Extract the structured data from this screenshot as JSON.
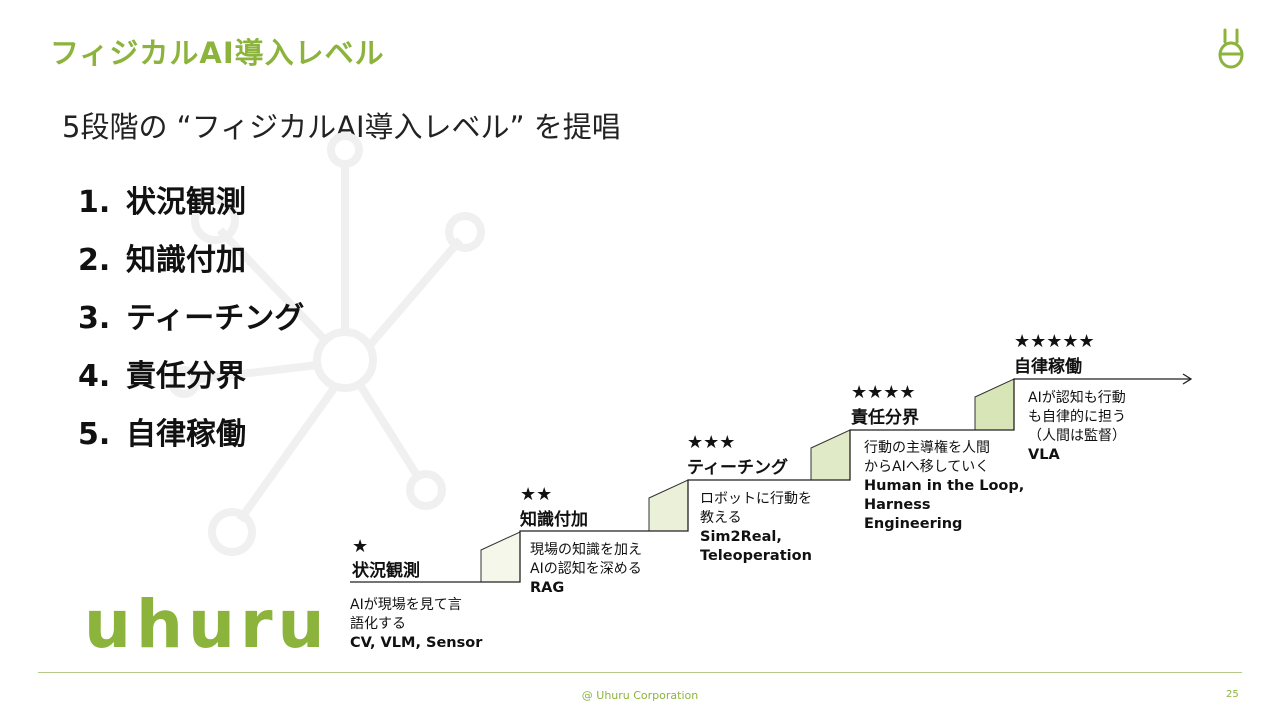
{
  "slide": {
    "title": "フィジカルAI導入レベル",
    "subtitle": "5段階の “フィジカルAI導入レベル” を提唱",
    "levels": [
      {
        "num": "1.",
        "label": "状況観測"
      },
      {
        "num": "2.",
        "label": "知識付加"
      },
      {
        "num": "3.",
        "label": "ティーチング"
      },
      {
        "num": "4.",
        "label": "責任分界"
      },
      {
        "num": "5.",
        "label": "自律稼働"
      }
    ],
    "steps": [
      {
        "stars": "★",
        "title": "状況観測",
        "desc_lines": [
          "AIが現場を見て言",
          "語化する"
        ],
        "example": "CV, VLM, Sensor"
      },
      {
        "stars": "★★",
        "title": "知識付加",
        "desc_lines": [
          "現場の知識を加え",
          "AIの認知を深める"
        ],
        "example": "RAG"
      },
      {
        "stars": "★★★",
        "title": "ティーチング",
        "desc_lines": [
          "ロボットに行動を",
          "教える"
        ],
        "example_lines": [
          "Sim2Real,",
          "Teleoperation"
        ]
      },
      {
        "stars": "★★★★",
        "title": "責任分界",
        "desc_lines": [
          "行動の主導権を人間",
          "からAIへ移していく"
        ],
        "example_lines": [
          "Human in the Loop,",
          "Harness",
          "Engineering"
        ]
      },
      {
        "stars": "★★★★★",
        "title": "自律稼働",
        "desc_lines": [
          "AIが認知も行動",
          "も自律的に担う",
          "（人間は監督）"
        ],
        "example": "VLA"
      }
    ],
    "brand": "uhuru",
    "copyright": "@ Uhuru Corporation",
    "page_number": "25",
    "colors": {
      "accent": "#8cb43c",
      "step_fills": [
        "#f4f7ea",
        "#eaf1d8",
        "#e0eac6",
        "#d8e5b6",
        "#cfdfa4"
      ]
    }
  }
}
